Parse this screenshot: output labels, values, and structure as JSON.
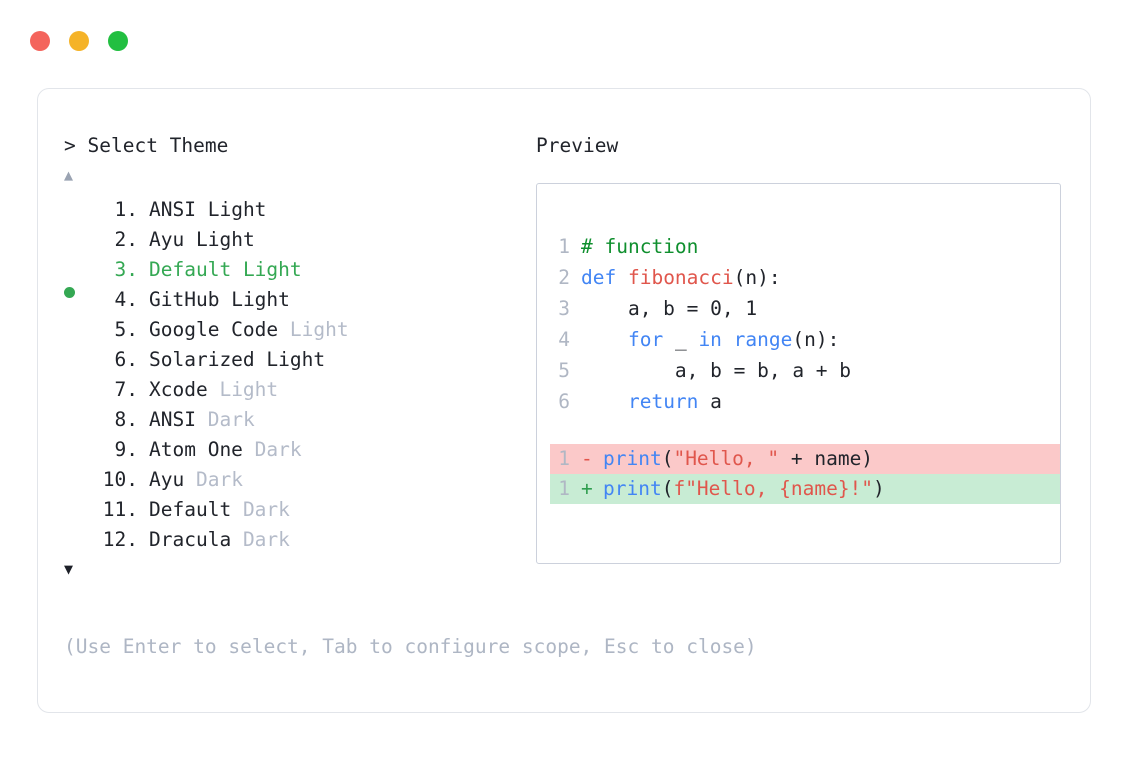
{
  "window": {
    "dots": [
      {
        "name": "close",
        "color": "#f4645c"
      },
      {
        "name": "minimize",
        "color": "#f5b328"
      },
      {
        "name": "maximize",
        "color": "#22bf41"
      }
    ]
  },
  "prompt": {
    "marker": ">",
    "title": "Select Theme",
    "scroll_up": "▲",
    "scroll_down": "▼"
  },
  "theme_list": {
    "selected_index": 3,
    "items": [
      {
        "num": "1.",
        "name": "ANSI",
        "variant": "Light",
        "variant_muted": false,
        "selected": false
      },
      {
        "num": "2.",
        "name": "Ayu",
        "variant": "Light",
        "variant_muted": false,
        "selected": false
      },
      {
        "num": "3.",
        "name": "Default",
        "variant": "Light",
        "variant_muted": false,
        "selected": true
      },
      {
        "num": "4.",
        "name": "GitHub",
        "variant": "Light",
        "variant_muted": false,
        "selected": false
      },
      {
        "num": "5.",
        "name": "Google Code",
        "variant": "Light",
        "variant_muted": true,
        "selected": false
      },
      {
        "num": "6.",
        "name": "Solarized",
        "variant": "Light",
        "variant_muted": false,
        "selected": false
      },
      {
        "num": "7.",
        "name": "Xcode",
        "variant": "Light",
        "variant_muted": true,
        "selected": false
      },
      {
        "num": "8.",
        "name": "ANSI",
        "variant": "Dark",
        "variant_muted": true,
        "selected": false
      },
      {
        "num": "9.",
        "name": "Atom One",
        "variant": "Dark",
        "variant_muted": true,
        "selected": false
      },
      {
        "num": "10.",
        "name": "Ayu",
        "variant": "Dark",
        "variant_muted": true,
        "selected": false
      },
      {
        "num": "11.",
        "name": "Default",
        "variant": "Dark",
        "variant_muted": true,
        "selected": false
      },
      {
        "num": "12.",
        "name": "Dracula",
        "variant": "Dark",
        "variant_muted": true,
        "selected": false
      }
    ]
  },
  "preview": {
    "title": "Preview",
    "code_lines": [
      {
        "ln": "1",
        "tokens": [
          {
            "t": "# function",
            "c": "tok-comment"
          }
        ]
      },
      {
        "ln": "2",
        "tokens": [
          {
            "t": "def ",
            "c": "tok-keyword"
          },
          {
            "t": "fibonacci",
            "c": "tok-function"
          },
          {
            "t": "(n):",
            "c": "tok-plain"
          }
        ]
      },
      {
        "ln": "3",
        "tokens": [
          {
            "t": "    a, b = ",
            "c": "tok-plain"
          },
          {
            "t": "0",
            "c": "tok-number"
          },
          {
            "t": ", ",
            "c": "tok-plain"
          },
          {
            "t": "1",
            "c": "tok-number"
          }
        ]
      },
      {
        "ln": "4",
        "tokens": [
          {
            "t": "    ",
            "c": "tok-plain"
          },
          {
            "t": "for",
            "c": "tok-keyword"
          },
          {
            "t": " _ ",
            "c": "tok-plain"
          },
          {
            "t": "in ",
            "c": "tok-keyword"
          },
          {
            "t": "range",
            "c": "tok-builtin"
          },
          {
            "t": "(n):",
            "c": "tok-plain"
          }
        ]
      },
      {
        "ln": "5",
        "tokens": [
          {
            "t": "        a, b = b, a + b",
            "c": "tok-plain"
          }
        ]
      },
      {
        "ln": "6",
        "tokens": [
          {
            "t": "    ",
            "c": "tok-plain"
          },
          {
            "t": "return",
            "c": "tok-keyword"
          },
          {
            "t": " a",
            "c": "tok-plain"
          }
        ]
      }
    ],
    "diff_lines": [
      {
        "ln": "1",
        "kind": "del",
        "sign": "-",
        "tokens": [
          {
            "t": "print",
            "c": "tok-builtin"
          },
          {
            "t": "(",
            "c": "tok-plain"
          },
          {
            "t": "\"Hello, \"",
            "c": "tok-string"
          },
          {
            "t": " + name)",
            "c": "tok-plain"
          }
        ]
      },
      {
        "ln": "1",
        "kind": "add",
        "sign": "+",
        "tokens": [
          {
            "t": "print",
            "c": "tok-builtin"
          },
          {
            "t": "(",
            "c": "tok-plain"
          },
          {
            "t": "f\"Hello, {name}!\"",
            "c": "tok-string"
          },
          {
            "t": ")",
            "c": "tok-plain"
          }
        ]
      }
    ]
  },
  "help": {
    "text": "(Use Enter to select, Tab to configure scope, Esc to close)"
  }
}
